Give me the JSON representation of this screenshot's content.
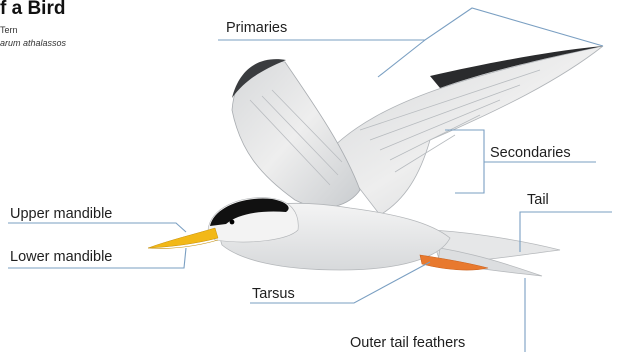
{
  "title": "f a Bird",
  "subtitle": "Tern",
  "scientific_name": "arum athalassos",
  "labels": {
    "primaries": "Primaries",
    "secondaries": "Secondaries",
    "tail": "Tail",
    "upper_mandible": "Upper mandible",
    "lower_mandible": "Lower mandible",
    "tarsus": "Tarsus",
    "outer_tail_feathers": "Outer tail feathers"
  },
  "colors": {
    "leader_line": "#7a9fc2",
    "cap": "#111111",
    "beak": "#f2b817",
    "legs": "#e8792e",
    "body": "#eeeeee",
    "wing_shadow": "#9aa0a6"
  }
}
